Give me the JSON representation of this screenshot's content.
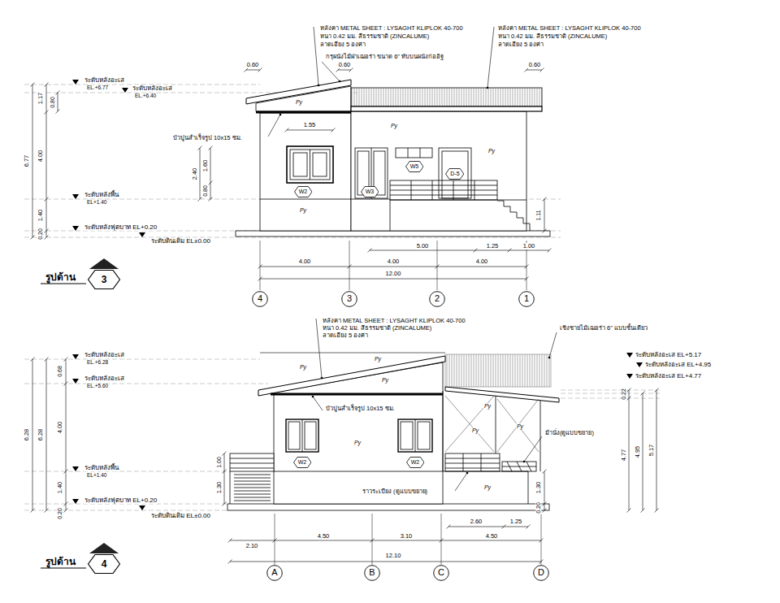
{
  "diagram": {
    "nodes": [
      {
        "text": [
          "W2"
        ]
      },
      {
        "text": [
          "W3"
        ]
      },
      {
        "text": [
          "W5"
        ]
      },
      {
        "text": [
          "D-5"
        ]
      },
      {
        "text": [
          "3"
        ]
      },
      {
        "text": [
          "4"
        ]
      },
      {
        "text": [
          "3"
        ]
      },
      {
        "text": [
          "2"
        ]
      },
      {
        "text": [
          "1"
        ]
      },
      {
        "text": [
          "W2"
        ]
      },
      {
        "text": [
          "W2"
        ]
      },
      {
        "text": [
          "4"
        ]
      },
      {
        "text": [
          "A"
        ]
      },
      {
        "text": [
          "B"
        ]
      },
      {
        "text": [
          "C"
        ]
      },
      {
        "text": [
          "D"
        ]
      }
    ],
    "labels": [
      "หลังคา METAL SHEET : LYSAGHT KLIPLOK 40-700",
      "หนา 0.42 มม. สีธรรมชาติ (ZINCALUME)",
      "ลาดเอียง 5 องศา",
      "หลังคา METAL SHEET : LYSAGHT KLIPLOK 40-700",
      "หนา 0.42 มม. สีธรรมชาติ (ZINCALUME)",
      "ลาดเอียง 5 องศา",
      "กรุผนังไม้ฝาเฌอร่า ขนาด 6\" ทับบนผนังก่ออิฐ",
      "0.60",
      "0.60",
      "0.60",
      "ระดับหลังอะเส",
      "EL.+6.77",
      "ระดับหลังอะเส",
      "EL.+6.40",
      "1.17",
      "0.80",
      "4.00",
      "6.77",
      "1.40",
      "0.20",
      "บัวปูนสำเร็จรูป 10x15 ซม.",
      "1.55",
      "2.40",
      "1.60",
      "0.80",
      "ระดับหลังพื้น",
      "EL+1.40",
      "ระดับหลังฟุตบาท EL+0.20",
      "ระดับดินเดิม EL±0.00",
      "1.11",
      "5.00",
      "1.25",
      "1.00",
      "4.00",
      "4.00",
      "4.00",
      "12.00",
      "รูปด้าน",
      "Py",
      "Py",
      "Py",
      "Py",
      "หลังคา METAL SHEET : LYSAGHT KLIPLOK 40-700",
      "หนา 0.42 มม. สีธรรมชาติ (ZINCALUME)",
      "ลาดเอียง 5 องศา",
      "เชิงชายไม้เฌอร่า 6\" แบบชั้นเดียว",
      "ระดับหลังอะเส",
      "EL.+6.28",
      "ระดับหลังอะเส",
      "EL.+5.60",
      "ระดับหลังอะเส EL+5.17",
      "ระดับหลังอะเส EL+4.95",
      "ระดับหลังอะเส EL+4.77",
      "0.68",
      "6.28",
      "6.28",
      "4.00",
      "1.00",
      "ระดับหลังพื้น",
      "EL+1.40",
      "1.40",
      "1.30",
      "ระดับหลังฟุตบาท EL+0.20",
      "0.20",
      "ระดับดินเดิม EL±0.00",
      "บัวปูนสำเร็จรูป 10x15 ซม.",
      "ม้านั่ง(ดูแบบขยาย)",
      "ราวระเบียง (ดูแบบขยาย)",
      "0.22",
      "4.77",
      "4.95",
      "5.17",
      "1.30",
      "0.20",
      "2.60",
      "1.25",
      "2.10",
      "4.50",
      "3.10",
      "4.50",
      "12.10",
      "รูปด้าน",
      "Py",
      "Py",
      "Py",
      "Py",
      "Py",
      "Py",
      "Py",
      "Py"
    ]
  }
}
